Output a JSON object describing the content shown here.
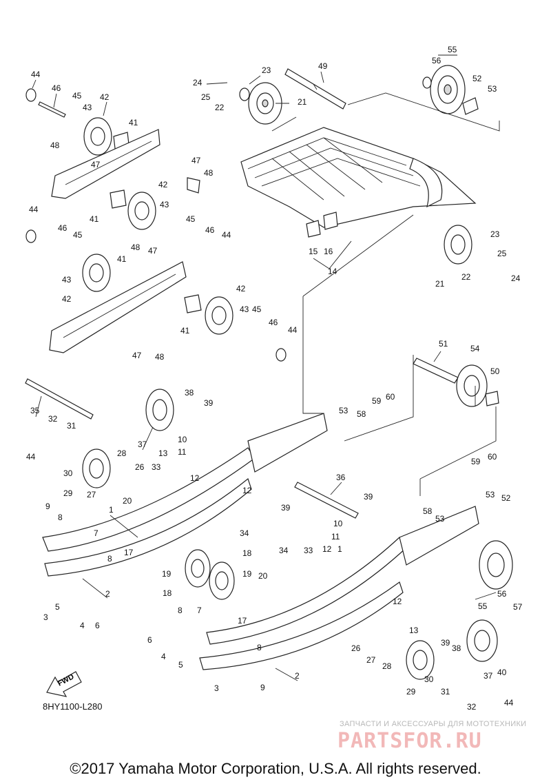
{
  "diagram": {
    "code": "8HY1100-L280",
    "fwd_label": "FWD",
    "callouts": [
      "1",
      "2",
      "3",
      "4",
      "5",
      "6",
      "7",
      "8",
      "9",
      "10",
      "11",
      "12",
      "13",
      "14",
      "15",
      "16",
      "17",
      "18",
      "19",
      "20",
      "21",
      "22",
      "23",
      "24",
      "25",
      "26",
      "27",
      "28",
      "29",
      "30",
      "31",
      "32",
      "33",
      "34",
      "35",
      "36",
      "37",
      "38",
      "39",
      "40",
      "41",
      "42",
      "43",
      "44",
      "45",
      "46",
      "47",
      "48",
      "49",
      "50",
      "51",
      "52",
      "53",
      "54",
      "55",
      "56",
      "57",
      "58",
      "59",
      "60"
    ]
  },
  "watermark": {
    "line1": "ЗАПЧАСТИ И АКСЕССУАРЫ ДЛЯ МОТОТЕХНИКИ",
    "logo": "PARTSFOR.RU"
  },
  "footer": {
    "copyright": "©2017 Yamaha Motor Corporation, U.S.A. All rights reserved."
  }
}
